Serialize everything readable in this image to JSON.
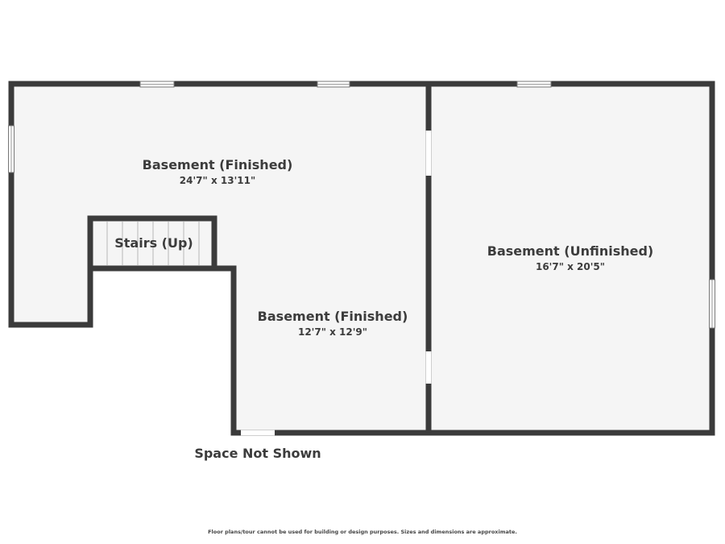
{
  "rooms": {
    "basement_finished_large": {
      "name": "Basement (Finished)",
      "dimensions": "24'7\" x 13'11\""
    },
    "stairs": {
      "name": "Stairs (Up)"
    },
    "basement_finished_small": {
      "name": "Basement (Finished)",
      "dimensions": "12'7\" x 12'9\""
    },
    "basement_unfinished": {
      "name": "Basement (Unfinished)",
      "dimensions": "16'7\" x 20'5\""
    }
  },
  "labels": {
    "space_not_shown": "Space Not Shown"
  },
  "footer": {
    "disclaimer": "Floor plans/tour cannot be used for building or design purposes. Sizes and dimensions are approximate."
  },
  "colors": {
    "wall": "#3b3b3b",
    "floor": "#f5f5f5",
    "text": "#3c3c3c"
  }
}
